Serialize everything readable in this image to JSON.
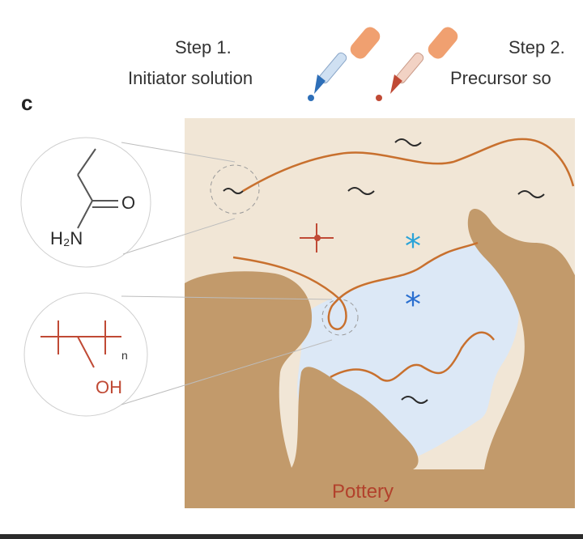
{
  "panel": {
    "letter": "c"
  },
  "steps": [
    {
      "title": "Step 1.",
      "subtitle": "Initiator solution",
      "color": "#2e6fb8"
    },
    {
      "title": "Step 2.",
      "subtitle": "Precursor so",
      "color": "#c04a35"
    }
  ],
  "pottery": {
    "label": "Pottery",
    "color": "#c29a6b"
  },
  "molecules": {
    "acrylamide": {
      "amine_label": "H₂N",
      "oxygen_label": "O"
    },
    "pva": {
      "hydroxyl_label": "OH",
      "repeat_label": "n"
    }
  },
  "colors": {
    "background_solution": "#f1e6d6",
    "pore_fluid": "#dce8f6",
    "polymer_chain": "#c8702e",
    "radical": "#2aa3d8"
  }
}
